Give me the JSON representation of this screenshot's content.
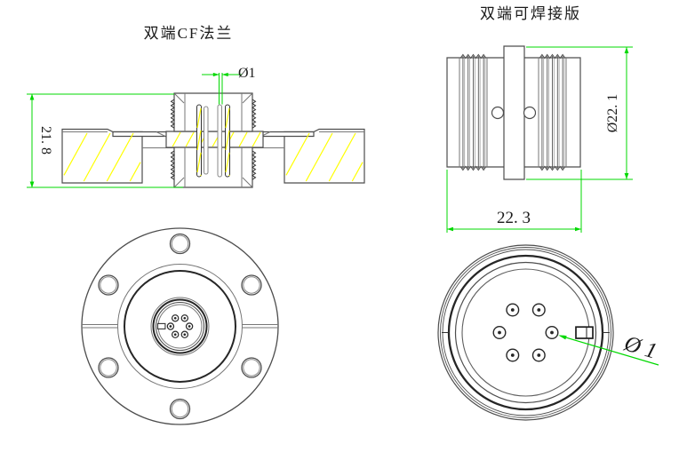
{
  "page": {
    "background": "#ffffff"
  },
  "colors": {
    "outline": "#4d4d4d",
    "outline_dark": "#262626",
    "outline_thin": "#777777",
    "hatch": "#ffff00",
    "dimension": "#00d800",
    "text": "#1a1a1a"
  },
  "views": {
    "cf_side": {
      "title": "双端CF法兰",
      "height_dim": "21. 8",
      "pin_dim": "Ø1"
    },
    "weld_side": {
      "title": "双端可焊接版",
      "diameter_dim": "Ø22. 1",
      "length_dim": "22. 3"
    },
    "cf_front": {
      "bolt_hole_count": 6,
      "pin_count": 6
    },
    "weld_front": {
      "pin_count": 6,
      "pin_dim": "Ø 1"
    }
  }
}
